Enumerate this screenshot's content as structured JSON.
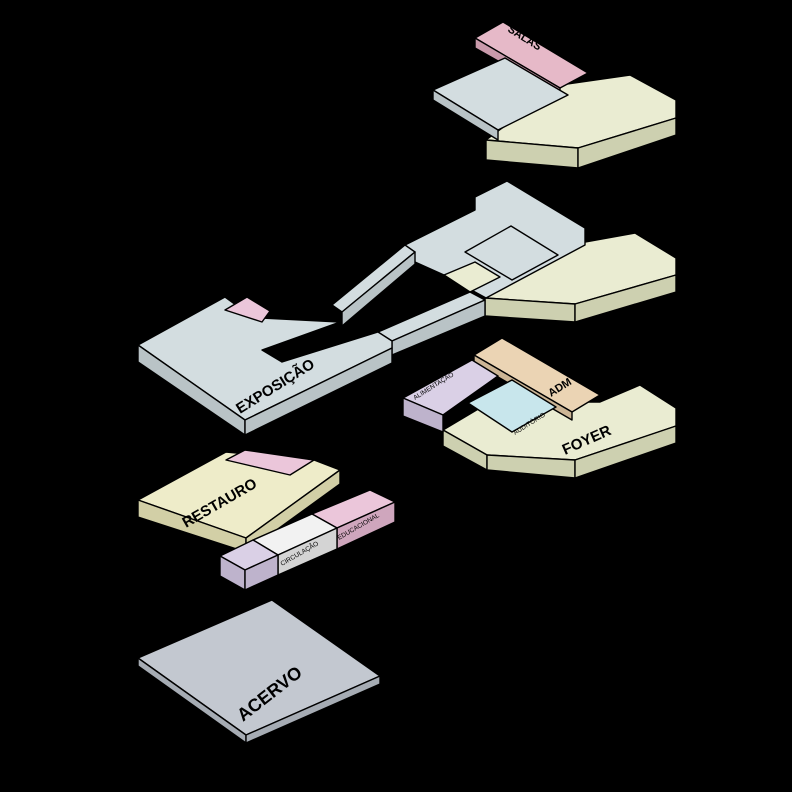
{
  "diagram": {
    "background": "#000000",
    "colors": {
      "exposicao_top": "#d3dde0",
      "exposicao_side": "#b9c3c6",
      "salas_top": "#e6b9c8",
      "salas_side": "#c99aab",
      "cream_top": "#eaecd2",
      "cream_side": "#cdd0b0",
      "restauro_top": "#eeecc9",
      "restauro_side": "#d2cfa6",
      "pink_top": "#ebc6da",
      "pink_side": "#cfa6bd",
      "lilac_top": "#dad0e6",
      "lilac_side": "#beb3cc",
      "circ_top": "#f2f2f2",
      "circ_side": "#d4d4d4",
      "adm_top": "#ebd4b4",
      "adm_side": "#ccb595",
      "auditorio_top": "#c8e6ec",
      "acervo_top": "#c3c8d0",
      "acervo_side": "#a6acb4"
    },
    "labels": {
      "salas": "SALAS",
      "exposicao": "EXPOSIÇÃO",
      "alimentacao": "ALIMENTAÇÃO",
      "adm": "ADM",
      "auditorio": "AUDITÓRIO",
      "foyer": "FOYER",
      "restauro": "RESTAURO",
      "circulacao": "CIRCULAÇÃO",
      "educacional": "EDUCACIONAL",
      "acervo": "ACERVO"
    }
  }
}
